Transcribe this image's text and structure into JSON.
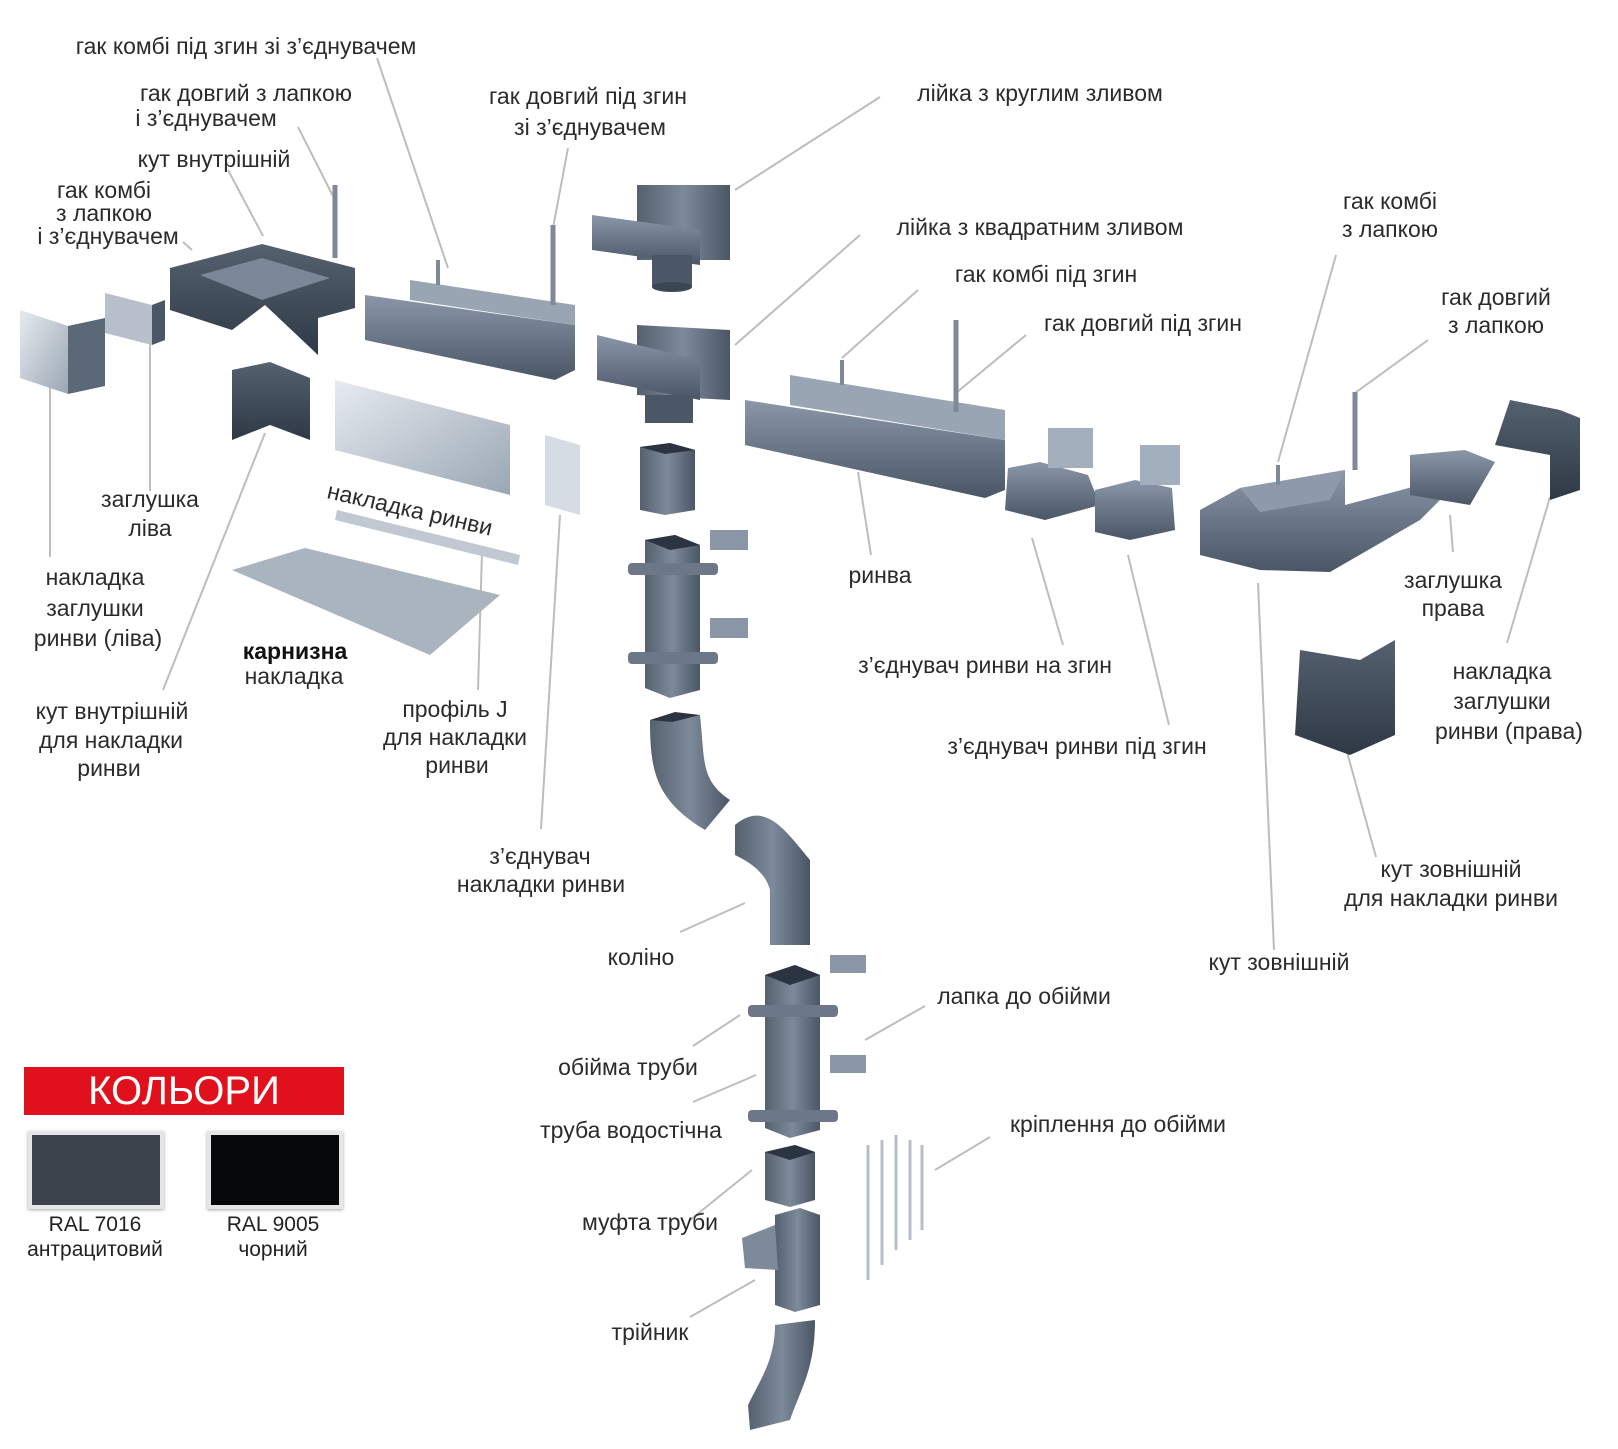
{
  "labels": {
    "hook_combi_bend_conn": "гак комбі під згин зі з’єднувачем",
    "hook_long_tab_conn": [
      "гак довгий з лапкою",
      "і з’єднувачем"
    ],
    "hook_long_bend_conn": [
      "гак довгий під згин",
      "зі з’єднувачем"
    ],
    "funnel_round": "лійка з круглим зливом",
    "inner_corner": "кут внутрішній",
    "hook_combi_tab_conn": [
      "гак комбі",
      "з лапкою",
      "і з’єднувачем"
    ],
    "funnel_square": "лійка з квадратним зливом",
    "hook_combi_tab": [
      "гак комбі",
      "з лапкою"
    ],
    "hook_combi_bend": "гак комбі під згин",
    "hook_long_tab": [
      "гак довгий",
      "з лапкою"
    ],
    "hook_long_bend": "гак довгий під згин",
    "end_cap_left": [
      "заглушка",
      "ліва"
    ],
    "end_cap_cover_left": [
      "накладка",
      "заглушки",
      "ринви (ліва)"
    ],
    "gutter_cover": "накладка ринви",
    "eaves_trim": [
      "карнизна",
      "накладка"
    ],
    "inner_corner_cover": [
      "кут внутрішній",
      "для накладки",
      "ринви"
    ],
    "j_profile": [
      "профіль J",
      "для накладки",
      "ринви"
    ],
    "gutter": "ринва",
    "end_cap_right": [
      "заглушка",
      "права"
    ],
    "gutter_conn_bend": "з’єднувач ринви на згин",
    "end_cap_cover_right": [
      "накладка",
      "заглушки",
      "ринви (права)"
    ],
    "gutter_conn_under_bend": "з’єднувач ринви під згин",
    "cover_connector": [
      "з’єднувач",
      "накладки ринви"
    ],
    "outer_corner_cover": [
      "кут зовнішній",
      "для накладки ринви"
    ],
    "elbow": "коліно",
    "outer_corner": "кут зовнішній",
    "clamp_tab": "лапка до обійми",
    "pipe_clamp": "обійма труби",
    "downpipe": "труба водостічна",
    "clamp_fixing": "кріплення до обійми",
    "pipe_coupling": "муфта труби",
    "tee": "трійник"
  },
  "colors_section": {
    "title": "КОЛЬОРИ",
    "swatches": [
      {
        "code": "RAL 7016",
        "name": "антрацитовий",
        "hex": "#3b444d"
      },
      {
        "code": "RAL 9005",
        "name": "чорний",
        "hex": "#07080a"
      }
    ]
  },
  "palette": {
    "metal_dark": "#3f4a59",
    "metal_mid": "#6f7d8e",
    "metal_light": "#a9b3bf",
    "leader_line": "#bdbdbd",
    "banner": "#e0101c"
  }
}
